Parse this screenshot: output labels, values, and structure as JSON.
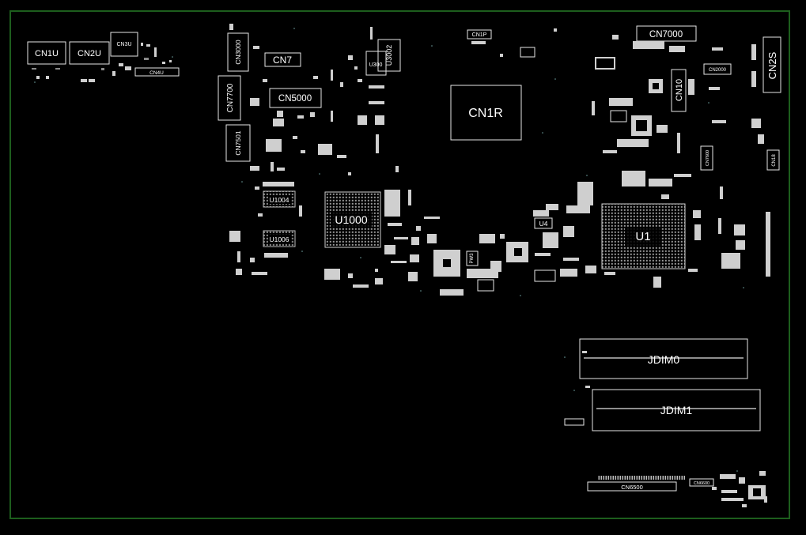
{
  "board": {
    "outline_color": "#1d5e1d",
    "background": "#000000",
    "silk_color": "#e6e6e6"
  },
  "components": {
    "cn1u": "CN1U",
    "cn2u": "CN2U",
    "cn3u": "CN3U",
    "cn4u": "CN4U",
    "cn3000": "CN3000",
    "cn7700": "CN7700",
    "cn7501": "CN7501",
    "cn7": "CN7",
    "cn5000": "CN5000",
    "u3002": "U3002",
    "u300": "U300",
    "cn1p": "CN1P",
    "cn1r": "CN1R",
    "cn7000": "CN7000",
    "cn10": "CN10",
    "cn2000": "CN2000",
    "cn2s": "CN2S",
    "cn18": "CN18",
    "cn7600": "CN7600",
    "u1004": "U1004",
    "u1006": "U1006",
    "u1000": "U1000",
    "u4": "U4",
    "u1": "U1",
    "pw3": "PW3",
    "jdim0": "JDIM0",
    "jdim1": "JDIM1",
    "cn6500": "CN6500",
    "cn6600": "CN6600"
  }
}
